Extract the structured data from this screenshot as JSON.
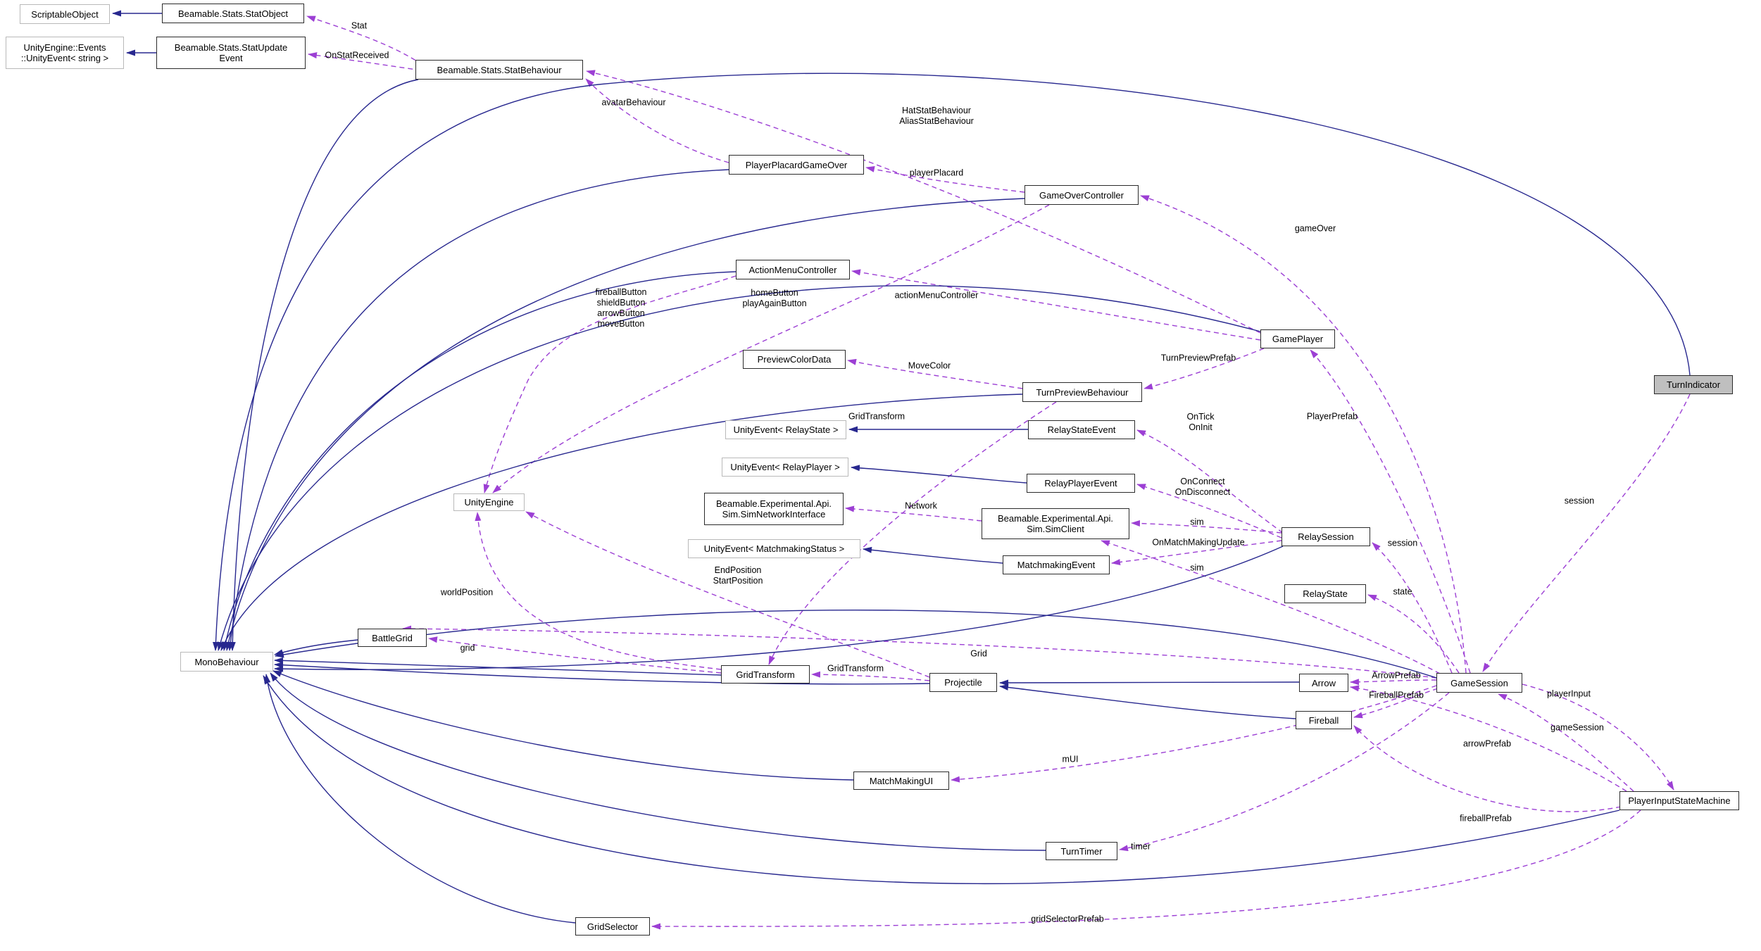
{
  "diagram": {
    "type": "doxygen-collaboration-graph",
    "current_class": "TurnIndicator"
  },
  "colors": {
    "background": "#ffffff",
    "inheritance_edge": "#28288f",
    "usage_edge": "#9c3fd4",
    "class_border": "#2b2b2b",
    "external_border": "#b9b9b9",
    "current_node_fill": "#bfbfbf"
  },
  "nodes": [
    {
      "id": "scriptableObject",
      "label": "ScriptableObject",
      "kind": "external"
    },
    {
      "id": "statObject",
      "label": "Beamable.Stats.StatObject",
      "kind": "class"
    },
    {
      "id": "unityEventString",
      "label": "UnityEngine::Events\n::UnityEvent< string >",
      "kind": "external"
    },
    {
      "id": "statUpdateEvent",
      "label": "Beamable.Stats.StatUpdate\nEvent",
      "kind": "class"
    },
    {
      "id": "statBehaviour",
      "label": "Beamable.Stats.StatBehaviour",
      "kind": "class"
    },
    {
      "id": "playerPlacardGameOver",
      "label": "PlayerPlacardGameOver",
      "kind": "class"
    },
    {
      "id": "gameOverController",
      "label": "GameOverController",
      "kind": "class"
    },
    {
      "id": "actionMenuController",
      "label": "ActionMenuController",
      "kind": "class"
    },
    {
      "id": "previewColorData",
      "label": "PreviewColorData",
      "kind": "class"
    },
    {
      "id": "turnPreviewBehaviour",
      "label": "TurnPreviewBehaviour",
      "kind": "class"
    },
    {
      "id": "unityEventRelayState",
      "label": "UnityEvent< RelayState >",
      "kind": "external"
    },
    {
      "id": "relayStateEvent",
      "label": "RelayStateEvent",
      "kind": "class"
    },
    {
      "id": "unityEventRelayPlayer",
      "label": "UnityEvent< RelayPlayer >",
      "kind": "external"
    },
    {
      "id": "relayPlayerEvent",
      "label": "RelayPlayerEvent",
      "kind": "class"
    },
    {
      "id": "simNetworkInterface",
      "label": "Beamable.Experimental.Api.\nSim.SimNetworkInterface",
      "kind": "class"
    },
    {
      "id": "simClient",
      "label": "Beamable.Experimental.Api.\nSim.SimClient",
      "kind": "class"
    },
    {
      "id": "unityEventMatchmaking",
      "label": "UnityEvent< MatchmakingStatus >",
      "kind": "external"
    },
    {
      "id": "matchmakingEvent",
      "label": "MatchmakingEvent",
      "kind": "class"
    },
    {
      "id": "gamePlayer",
      "label": "GamePlayer",
      "kind": "class"
    },
    {
      "id": "turnIndicator",
      "label": "TurnIndicator",
      "kind": "current"
    },
    {
      "id": "relaySession",
      "label": "RelaySession",
      "kind": "class"
    },
    {
      "id": "relayState",
      "label": "RelayState",
      "kind": "class"
    },
    {
      "id": "unityEngine",
      "label": "UnityEngine",
      "kind": "external"
    },
    {
      "id": "monoBehaviour",
      "label": "MonoBehaviour",
      "kind": "external"
    },
    {
      "id": "battleGrid",
      "label": "BattleGrid",
      "kind": "class"
    },
    {
      "id": "gridTransform",
      "label": "GridTransform",
      "kind": "class"
    },
    {
      "id": "projectile",
      "label": "Projectile",
      "kind": "class"
    },
    {
      "id": "arrow",
      "label": "Arrow",
      "kind": "class"
    },
    {
      "id": "fireball",
      "label": "Fireball",
      "kind": "class"
    },
    {
      "id": "gameSession",
      "label": "GameSession",
      "kind": "class"
    },
    {
      "id": "matchMakingUI",
      "label": "MatchMakingUI",
      "kind": "class"
    },
    {
      "id": "playerInputStateMachine",
      "label": "PlayerInputStateMachine",
      "kind": "class"
    },
    {
      "id": "turnTimer",
      "label": "TurnTimer",
      "kind": "class"
    },
    {
      "id": "gridSelector",
      "label": "GridSelector",
      "kind": "class"
    }
  ],
  "edges": [
    {
      "id": "u_stat",
      "from": "statBehaviour",
      "to": "statObject",
      "kind": "usage",
      "label": "Stat"
    },
    {
      "id": "u_onStatReceived",
      "from": "statBehaviour",
      "to": "statUpdateEvent",
      "kind": "usage",
      "label": "OnStatReceived"
    },
    {
      "id": "u_avatarBehaviour",
      "from": "playerPlacardGameOver",
      "to": "statBehaviour",
      "kind": "usage",
      "label": "avatarBehaviour"
    },
    {
      "id": "u_hatAlias",
      "from": "gamePlayer",
      "to": "statBehaviour",
      "kind": "usage",
      "label": "HatStatBehaviour\nAliasStatBehaviour"
    },
    {
      "id": "u_playerPlacard",
      "from": "gameOverController",
      "to": "playerPlacardGameOver",
      "kind": "usage",
      "label": "playerPlacard"
    },
    {
      "id": "u_gameOver",
      "from": "gameSession",
      "to": "gameOverController",
      "kind": "usage",
      "label": "gameOver"
    },
    {
      "id": "u_actionMenuController",
      "from": "gamePlayer",
      "to": "actionMenuController",
      "kind": "usage",
      "label": "actionMenuController"
    },
    {
      "id": "u_homeButtons",
      "from": "gameOverController",
      "to": "unityEngine",
      "kind": "usage",
      "label": "homeButton\nplayAgainButton"
    },
    {
      "id": "u_actionButtons",
      "from": "actionMenuController",
      "to": "unityEngine",
      "kind": "usage",
      "label": "fireballButton\nshieldButton\narrowButton\nmoveButton"
    },
    {
      "id": "u_moveColor",
      "from": "turnPreviewBehaviour",
      "to": "previewColorData",
      "kind": "usage",
      "label": "MoveColor"
    },
    {
      "id": "u_turnPreviewPrefab",
      "from": "gamePlayer",
      "to": "turnPreviewBehaviour",
      "kind": "usage",
      "label": "TurnPreviewPrefab"
    },
    {
      "id": "u_gridTransform1",
      "from": "turnPreviewBehaviour",
      "to": "gridTransform",
      "kind": "usage",
      "label": "GridTransform"
    },
    {
      "id": "u_onTickInit",
      "from": "relaySession",
      "to": "relayStateEvent",
      "kind": "usage",
      "label": "OnTick\nOnInit"
    },
    {
      "id": "u_onConnect",
      "from": "relaySession",
      "to": "relayPlayerEvent",
      "kind": "usage",
      "label": "OnConnect\nOnDisconnect"
    },
    {
      "id": "u_network",
      "from": "simClient",
      "to": "simNetworkInterface",
      "kind": "usage",
      "label": "Network"
    },
    {
      "id": "u_sim1",
      "from": "relaySession",
      "to": "simClient",
      "kind": "usage",
      "label": "sim"
    },
    {
      "id": "u_onMatchMakingUpdate",
      "from": "relaySession",
      "to": "matchmakingEvent",
      "kind": "usage",
      "label": "OnMatchMakingUpdate"
    },
    {
      "id": "u_sim2",
      "from": "gameSession",
      "to": "simClient",
      "kind": "usage",
      "label": "sim"
    },
    {
      "id": "u_endStart",
      "from": "projectile",
      "to": "unityEngine",
      "kind": "usage",
      "label": "EndPosition\nStartPosition"
    },
    {
      "id": "u_worldPosition",
      "from": "gridTransform",
      "to": "unityEngine",
      "kind": "usage",
      "label": "worldPosition"
    },
    {
      "id": "u_grid",
      "from": "gridTransform",
      "to": "battleGrid",
      "kind": "usage",
      "label": "grid"
    },
    {
      "id": "u_Grid",
      "from": "gameSession",
      "to": "battleGrid",
      "kind": "usage",
      "label": "Grid"
    },
    {
      "id": "u_gridTransform2",
      "from": "projectile",
      "to": "gridTransform",
      "kind": "usage",
      "label": "GridTransform"
    },
    {
      "id": "u_ArrowPrefab",
      "from": "gameSession",
      "to": "arrow",
      "kind": "usage",
      "label": "ArrowPrefab"
    },
    {
      "id": "u_FireballPrefab",
      "from": "gameSession",
      "to": "fireball",
      "kind": "usage",
      "label": "FireballPrefab"
    },
    {
      "id": "u_arrowPrefab",
      "from": "playerInputStateMachine",
      "to": "arrow",
      "kind": "usage",
      "label": "arrowPrefab"
    },
    {
      "id": "u_fireballPrefab",
      "from": "playerInputStateMachine",
      "to": "fireball",
      "kind": "usage",
      "label": "fireballPrefab"
    },
    {
      "id": "u_mUI",
      "from": "gameSession",
      "to": "matchMakingUI",
      "kind": "usage",
      "label": "mUI"
    },
    {
      "id": "u_timer",
      "from": "gameSession",
      "to": "turnTimer",
      "kind": "usage",
      "label": "timer"
    },
    {
      "id": "u_gridSelectorPrefab",
      "from": "playerInputStateMachine",
      "to": "gridSelector",
      "kind": "usage",
      "label": "gridSelectorPrefab"
    },
    {
      "id": "u_session2",
      "from": "turnIndicator",
      "to": "gameSession",
      "kind": "usage",
      "label": "session"
    },
    {
      "id": "u_session1",
      "from": "gameSession",
      "to": "relaySession",
      "kind": "usage",
      "label": "session"
    },
    {
      "id": "u_state",
      "from": "gameSession",
      "to": "relayState",
      "kind": "usage",
      "label": "state"
    },
    {
      "id": "u_PlayerPrefab",
      "from": "gameSession",
      "to": "gamePlayer",
      "kind": "usage",
      "label": "PlayerPrefab"
    },
    {
      "id": "u_gameSession",
      "from": "playerInputStateMachine",
      "to": "gameSession",
      "kind": "usage",
      "label": "gameSession"
    },
    {
      "id": "u_playerInput",
      "from": "gameSession",
      "to": "playerInputStateMachine",
      "kind": "usage",
      "label": "playerInput"
    },
    {
      "id": "i_statObject",
      "from": "statObject",
      "to": "scriptableObject",
      "kind": "inherit",
      "label": ""
    },
    {
      "id": "i_statUpdateEvent",
      "from": "statUpdateEvent",
      "to": "unityEventString",
      "kind": "inherit",
      "label": ""
    },
    {
      "id": "i_relayStateEvent",
      "from": "relayStateEvent",
      "to": "unityEventRelayState",
      "kind": "inherit",
      "label": ""
    },
    {
      "id": "i_relayPlayerEvent",
      "from": "relayPlayerEvent",
      "to": "unityEventRelayPlayer",
      "kind": "inherit",
      "label": ""
    },
    {
      "id": "i_matchmakingEvent",
      "from": "matchmakingEvent",
      "to": "unityEventMatchmaking",
      "kind": "inherit",
      "label": ""
    },
    {
      "id": "i_arrow",
      "from": "arrow",
      "to": "projectile",
      "kind": "inherit",
      "label": ""
    },
    {
      "id": "i_fireball",
      "from": "fireball",
      "to": "projectile",
      "kind": "inherit",
      "label": ""
    },
    {
      "id": "i_statBehaviour",
      "from": "statBehaviour",
      "to": "monoBehaviour",
      "kind": "inherit",
      "label": ""
    },
    {
      "id": "i_playerPlacard",
      "from": "playerPlacardGameOver",
      "to": "monoBehaviour",
      "kind": "inherit",
      "label": ""
    },
    {
      "id": "i_gameOverController",
      "from": "gameOverController",
      "to": "monoBehaviour",
      "kind": "inherit",
      "label": ""
    },
    {
      "id": "i_actionMenu",
      "from": "actionMenuController",
      "to": "monoBehaviour",
      "kind": "inherit",
      "label": ""
    },
    {
      "id": "i_turnPreview",
      "from": "turnPreviewBehaviour",
      "to": "monoBehaviour",
      "kind": "inherit",
      "label": ""
    },
    {
      "id": "i_gamePlayer",
      "from": "gamePlayer",
      "to": "monoBehaviour",
      "kind": "inherit",
      "label": ""
    },
    {
      "id": "i_turnIndicator",
      "from": "turnIndicator",
      "to": "monoBehaviour",
      "kind": "inherit",
      "label": ""
    },
    {
      "id": "i_battleGrid",
      "from": "battleGrid",
      "to": "monoBehaviour",
      "kind": "inherit",
      "label": ""
    },
    {
      "id": "i_gridTransform",
      "from": "gridTransform",
      "to": "monoBehaviour",
      "kind": "inherit",
      "label": ""
    },
    {
      "id": "i_projectile",
      "from": "projectile",
      "to": "monoBehaviour",
      "kind": "inherit",
      "label": ""
    },
    {
      "id": "i_gameSession",
      "from": "gameSession",
      "to": "monoBehaviour",
      "kind": "inherit",
      "label": ""
    },
    {
      "id": "i_relaySession",
      "from": "relaySession",
      "to": "monoBehaviour",
      "kind": "inherit",
      "label": ""
    },
    {
      "id": "i_matchMakingUI",
      "from": "matchMakingUI",
      "to": "monoBehaviour",
      "kind": "inherit",
      "label": ""
    },
    {
      "id": "i_turnTimer",
      "from": "turnTimer",
      "to": "monoBehaviour",
      "kind": "inherit",
      "label": ""
    },
    {
      "id": "i_gridSelector",
      "from": "gridSelector",
      "to": "monoBehaviour",
      "kind": "inherit",
      "label": ""
    },
    {
      "id": "i_playerInputSM",
      "from": "playerInputStateMachine",
      "to": "monoBehaviour",
      "kind": "inherit",
      "label": ""
    }
  ]
}
